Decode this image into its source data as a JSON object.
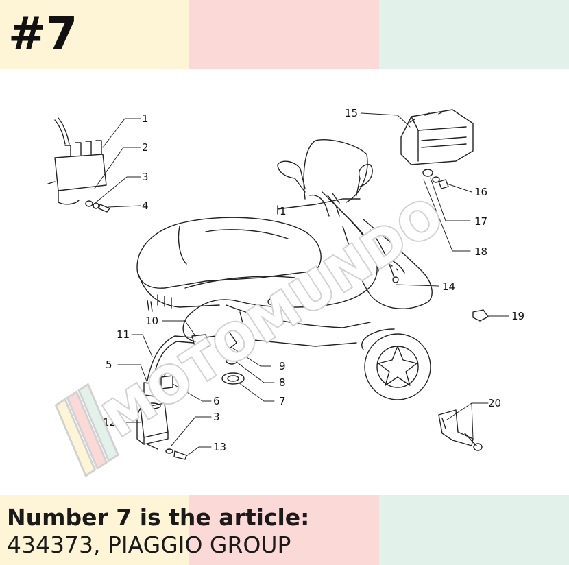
{
  "header": {
    "number": "#7",
    "band_colors": [
      "#fdf5d6",
      "#fbd9d6",
      "#e2f2ea"
    ]
  },
  "diagram": {
    "callouts": [
      "1",
      "2",
      "3",
      "4",
      "5",
      "6",
      "7",
      "8",
      "9",
      "10",
      "11",
      "12",
      "3",
      "13",
      "14",
      "15",
      "16",
      "17",
      "18",
      "19",
      "20"
    ],
    "handlebar_mark": "1",
    "watermark": "MOTOMUNDO"
  },
  "caption": {
    "line1": "Number 7 is the article:",
    "line2": "434373, PIAGGIO GROUP"
  }
}
